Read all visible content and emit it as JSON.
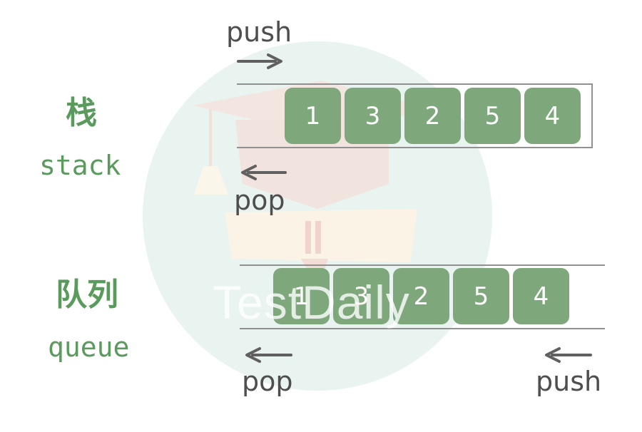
{
  "stack": {
    "title_cn": "栈",
    "title_en": "stack",
    "push_label": "push",
    "pop_label": "pop",
    "items": [
      "1",
      "3",
      "2",
      "5",
      "4"
    ]
  },
  "queue": {
    "title_cn": "队列",
    "title_en": "queue",
    "pop_label": "pop",
    "push_label": "push",
    "items": [
      "1",
      "3",
      "2",
      "5",
      "4"
    ]
  },
  "watermark": {
    "text": "TestDaily"
  },
  "colors": {
    "cell": "#7ea87b",
    "label_green": "#5a9a5d",
    "text_dark": "#4e4e4e",
    "line": "#909090",
    "watermark_bg": "#e9f3ef"
  }
}
